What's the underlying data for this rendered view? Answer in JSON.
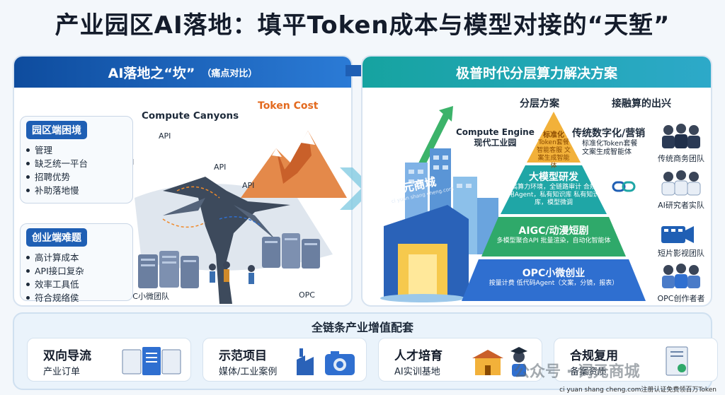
{
  "title": "产业园区AI落地：填平Token成本与模型对接的“天堑”",
  "left": {
    "header": "AI落地之“坎”",
    "header_sub": "（痛点对比）",
    "park_issues": {
      "title": "园区端困境",
      "items": [
        "管理",
        "缺乏统一平台",
        "招聘优势",
        "补助落地慢"
      ]
    },
    "startup_issues": {
      "title": "创业端难题",
      "items": [
        "高计算成本",
        "API接口复杂",
        "效率工具低",
        "符合规络侯"
      ]
    },
    "labels": {
      "compute_canyons": "Compute Canyons",
      "token_cost": "Token Cost",
      "api": "API",
      "opc_team": "OPC小微团队",
      "opc": "OPC"
    }
  },
  "right": {
    "header": "极普时代分层算力解决方案",
    "col_left": "分层方案",
    "col_right": "接融算的出兴",
    "engine_label_1": "Compute Engine",
    "engine_label_2": "现代工业园",
    "building_sign": "词元商城",
    "building_sign_sub": "ci yuan shang cheng.com",
    "tiers": [
      {
        "title": "标准化",
        "desc": "Token套餐 智能客服 文案生成智能体"
      },
      {
        "title": "大模型研发",
        "desc": "高高算力环境，全链路审计 合规专用Agent，私有知识库 私有知识库，模型微调"
      },
      {
        "title": "AIGC/动漫短剧",
        "desc": "多模型聚合API 批量渲染，自动化智能体"
      },
      {
        "title": "OPC小微创业",
        "desc": "按量计费 低代码Agent（文案，分镜，报表）"
      }
    ],
    "side": {
      "title": "传统数字化/营销",
      "sub_1": "标准化Token套餐",
      "sub_2": "文案生成智能体"
    },
    "teams": [
      "传统商务团队",
      "AI研究者实队",
      "短片影视团队",
      "OPC创作者者"
    ]
  },
  "bottom": {
    "title": "全链条产业增值配套",
    "cards": [
      {
        "title": "双向导流",
        "sub": "产业订单"
      },
      {
        "title": "示范项目",
        "sub": "媒体/工业案例"
      },
      {
        "title": "人才培育",
        "sub": "AI实训基地"
      },
      {
        "title": "合规复用",
        "sub": "备案资质"
      }
    ]
  },
  "watermark": "公众号 · 词元商城",
  "footer_note": "ci yuan shang cheng.com注册认证免费领百万Token",
  "colors": {
    "tier_gold": "#f2b13a",
    "tier_teal": "#1fa6a6",
    "tier_green": "#2fa96a",
    "tier_blue": "#2f6fd0",
    "accent_orange": "#e36a1f",
    "brand_blue": "#1f5fb4"
  }
}
